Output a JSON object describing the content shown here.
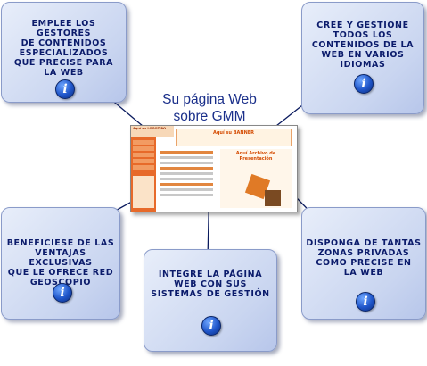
{
  "headline": {
    "line1": "Su página Web",
    "line2": "sobre GMM"
  },
  "boxes": [
    {
      "text_lines": [
        "EMPLEE LOS GESTORES",
        "DE CONTENIDOS",
        "ESPECIALIZADOS",
        "QUE PRECISE PARA",
        "LA WEB"
      ],
      "icon": "info-icon"
    },
    {
      "text_lines": [
        "CREE Y GESTIONE",
        "TODOS LOS",
        "CONTENIDOS DE LA",
        "WEB EN VARIOS",
        "IDIOMAS"
      ],
      "icon": "info-icon"
    },
    {
      "text_lines": [
        "BENEFICIESE DE LAS",
        "VENTAJAS EXCLUSIVAS",
        "QUE LE OFRECE RED",
        "GEOSCOPIO"
      ],
      "icon": "info-icon"
    },
    {
      "text_lines": [
        "INTEGRE LA PÁGINA",
        "WEB CON SUS",
        "SISTEMAS DE GESTIÓN"
      ],
      "icon": "info-icon"
    },
    {
      "text_lines": [
        "DISPONGA DE TANTAS",
        "ZONAS PRIVADAS",
        "COMO PRECISE EN",
        "LA WEB"
      ],
      "icon": "info-icon"
    }
  ],
  "mockup": {
    "logo": "Aquí su LOGOTIPO",
    "banner": "Aquí su BANNER",
    "presentation": "Aquí Archivo de Presentación"
  },
  "colors": {
    "box_text": "#0b1b6b",
    "headline": "#1a2f8a",
    "accent": "#e76a2a"
  }
}
